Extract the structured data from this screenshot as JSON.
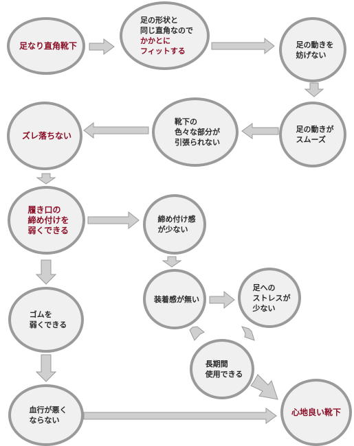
{
  "colors": {
    "accent": "#8b0f26",
    "text": "#2a2a2a",
    "node_fill": "#f0f0f0",
    "node_border": "#9a9a9a",
    "arrow_fill": "#cfcfcf",
    "arrow_stroke": "#999999"
  },
  "nodes": {
    "start": {
      "lines": [
        {
          "text": "足なり直角靴下",
          "accent": true
        }
      ]
    },
    "fit": {
      "lines": [
        {
          "text": "足の形状と",
          "accent": false
        },
        {
          "text": "同じ直角なので",
          "accent": false
        },
        {
          "text": "かかとに",
          "accent": true
        },
        {
          "text": "フィットする",
          "accent": true
        }
      ]
    },
    "no_block": {
      "lines": [
        {
          "text": "足の動きを",
          "accent": false
        },
        {
          "text": "妨げない",
          "accent": false
        }
      ]
    },
    "smooth": {
      "lines": [
        {
          "text": "足の動きが",
          "accent": false
        },
        {
          "text": "スムーズ",
          "accent": false
        }
      ]
    },
    "no_pull": {
      "lines": [
        {
          "text": "靴下の",
          "accent": false
        },
        {
          "text": "色々な部分が",
          "accent": false
        },
        {
          "text": "引張られない",
          "accent": false
        }
      ]
    },
    "no_slip": {
      "lines": [
        {
          "text": "ズレ落ちない",
          "accent": true
        }
      ]
    },
    "weak_cuff": {
      "lines": [
        {
          "text": "履き口の",
          "accent": true
        },
        {
          "text": "締め付けを",
          "accent": true
        },
        {
          "text": "弱くできる",
          "accent": true
        }
      ]
    },
    "less_tight": {
      "lines": [
        {
          "text": "締め付け感",
          "accent": false
        },
        {
          "text": "が少ない",
          "accent": false
        }
      ]
    },
    "weak_rubber": {
      "lines": [
        {
          "text": "ゴムを",
          "accent": false
        },
        {
          "text": "弱くできる",
          "accent": false
        }
      ]
    },
    "no_feel": {
      "lines": [
        {
          "text": "装着感が無い",
          "accent": false
        }
      ]
    },
    "less_stress": {
      "lines": [
        {
          "text": "足への",
          "accent": false
        },
        {
          "text": "ストレスが",
          "accent": false
        },
        {
          "text": "少ない",
          "accent": false
        }
      ]
    },
    "long_use": {
      "lines": [
        {
          "text": "長期間",
          "accent": false
        },
        {
          "text": "使用できる",
          "accent": false
        }
      ]
    },
    "blood": {
      "lines": [
        {
          "text": "血行が悪く",
          "accent": false
        },
        {
          "text": "ならない",
          "accent": false
        }
      ]
    },
    "comfort": {
      "lines": [
        {
          "text": "心地良い靴下",
          "accent": true
        }
      ]
    }
  }
}
